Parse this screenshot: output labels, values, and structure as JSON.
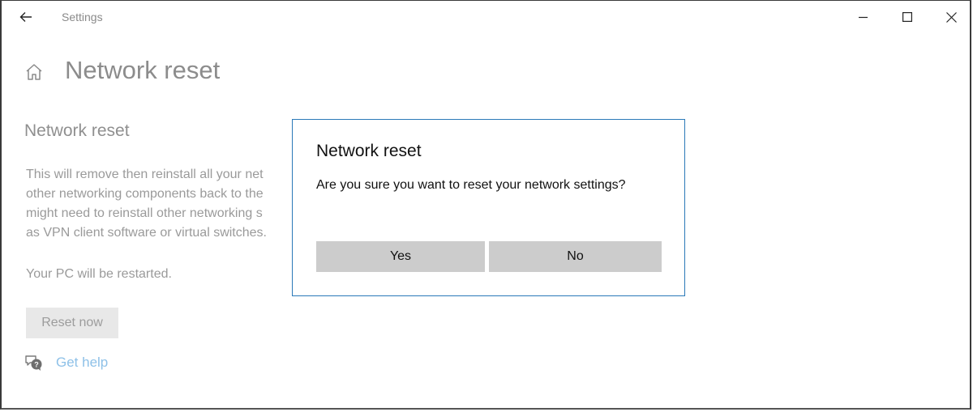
{
  "window": {
    "app_title": "Settings",
    "controls": {
      "minimize": "minimize-icon",
      "maximize": "maximize-icon",
      "close": "close-icon"
    }
  },
  "header": {
    "back_icon": "back-arrow-icon",
    "home_icon": "home-icon",
    "page_title": "Network reset"
  },
  "content": {
    "section_title": "Network reset",
    "description_lines": [
      "This will remove then reinstall all your net",
      "other networking components back to the",
      "might need to reinstall other networking s",
      "as VPN client software or virtual switches."
    ],
    "restart_note": "Your PC will be restarted.",
    "reset_button": "Reset now",
    "help_icon": "chat-help-icon",
    "help_link": "Get help"
  },
  "dialog": {
    "title": "Network reset",
    "message": "Are you sure you want to reset your network settings?",
    "yes_label": "Yes",
    "no_label": "No",
    "accent_color": "#2b79b8"
  },
  "colors": {
    "link": "#8ec1e8",
    "dialog_button": "#cccccc",
    "disabled_button": "#e8e8e8"
  }
}
